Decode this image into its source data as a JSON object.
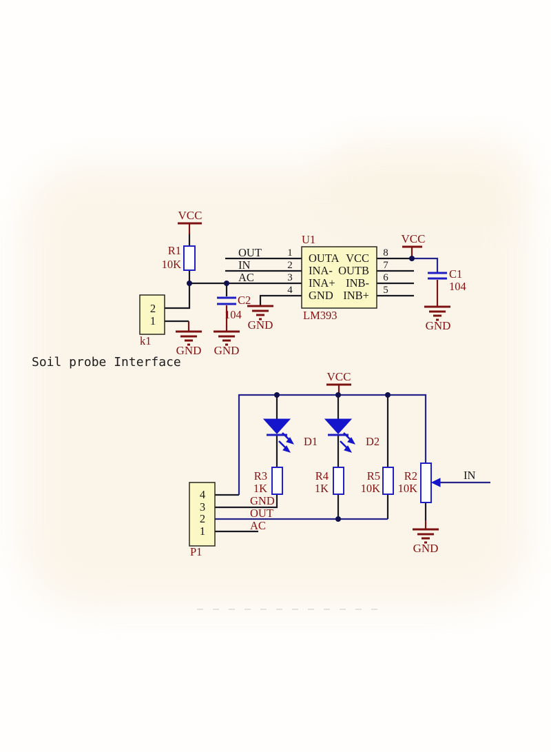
{
  "palette": {
    "background": "#ffffff",
    "photo_tint": "#f8efdd",
    "wire_black": "#17171f",
    "wire_navy": "#23238a",
    "component_outline": "#1f1fc4",
    "led_fill": "#1515cb",
    "power_symbol": "#7d1010",
    "designator_text": "#871111",
    "ic_fill": "#fbf8c6",
    "text": "#17171a"
  },
  "labels": {
    "vcc": "VCC",
    "gnd": "GND"
  },
  "top_circuit": {
    "caption": "Soil probe Interface",
    "r1": {
      "ref": "R1",
      "value": "10K"
    },
    "c2": {
      "ref": "C2",
      "value": "104"
    },
    "c1": {
      "ref": "C1",
      "value": "104"
    },
    "k1": {
      "ref": "k1",
      "pins": [
        "2",
        "1"
      ]
    },
    "u1": {
      "ref": "U1",
      "part": "LM393",
      "left_nets": [
        "OUT",
        "IN",
        "AC"
      ],
      "left_pin_numbers": [
        "1",
        "2",
        "3",
        "4"
      ],
      "right_pin_numbers": [
        "8",
        "7",
        "6",
        "5"
      ],
      "pin_names_rows": [
        {
          "left": "OUTA",
          "right": "VCC"
        },
        {
          "left": "INA-",
          "right": "OUTB"
        },
        {
          "left": "INA+",
          "right": "INB-"
        },
        {
          "left": "GND",
          "right": "INB+"
        }
      ]
    }
  },
  "bottom_circuit": {
    "d1": {
      "ref": "D1"
    },
    "d2": {
      "ref": "D2"
    },
    "r3": {
      "ref": "R3",
      "value": "1K"
    },
    "r4": {
      "ref": "R4",
      "value": "1K"
    },
    "r5": {
      "ref": "R5",
      "value": "10K"
    },
    "r2": {
      "ref": "R2",
      "value": "10K"
    },
    "in_net": "IN",
    "p1": {
      "ref": "P1",
      "pins": [
        "4",
        "3",
        "2",
        "1"
      ],
      "net_labels": [
        "GND",
        "OUT",
        "AC"
      ]
    }
  }
}
